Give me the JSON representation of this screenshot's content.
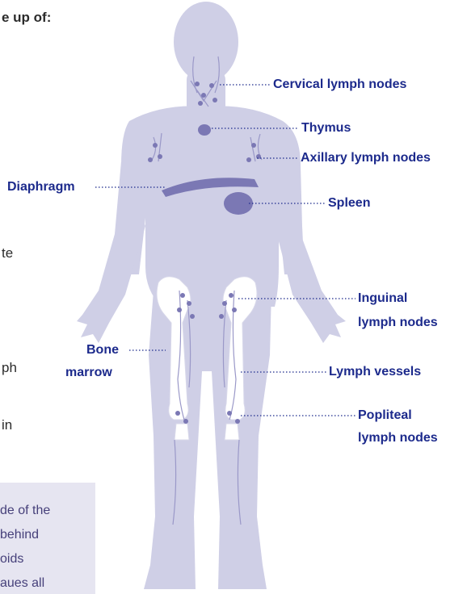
{
  "text_fragments": {
    "heading_tail": "e up of:",
    "line_ite": "te",
    "line_ph": "ph",
    "line_in": "in"
  },
  "callout": {
    "lines": [
      "de of the",
      "behind",
      "oids",
      "aues all"
    ]
  },
  "labels": {
    "cervical": "Cervical lymph nodes",
    "thymus": "Thymus",
    "axillary": "Axillary lymph nodes",
    "diaphragm": "Diaphragm",
    "spleen": "Spleen",
    "inguinal_1": "Inguinal",
    "inguinal_2": "lymph nodes",
    "bone_1": "Bone",
    "bone_2": "marrow",
    "lymph_vessels": "Lymph vessels",
    "popliteal_1": "Popliteal",
    "popliteal_2": "lymph nodes"
  },
  "colors": {
    "body_silhouette": "#cfcfe6",
    "organ": "#7b78b4",
    "node": "#7b78b4",
    "bone": "#ffffff",
    "label_text": "#1c2a8c",
    "leader_line": "#1c2a8c",
    "callout_bg": "#e6e5f1"
  }
}
